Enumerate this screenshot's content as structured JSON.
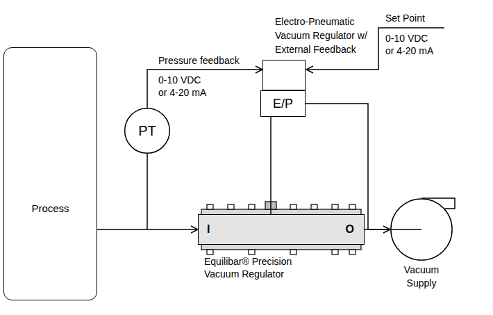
{
  "diagram": {
    "nodes": [
      {
        "text": [
          "Process"
        ]
      },
      {
        "text": [
          "PT"
        ]
      },
      {
        "text": [
          "Electro-Pneumatic Vacuum Regulator w/ External Feedback"
        ]
      },
      {
        "text": [
          "E/P"
        ]
      },
      {
        "text": [
          "I",
          "O",
          "Equilibar® Precision Vacuum Regulator"
        ]
      },
      {
        "text": [
          "Vacuum Supply"
        ]
      }
    ],
    "edges": [
      {
        "from": 0,
        "to": 4,
        "arrow": "to"
      },
      {
        "from": 1,
        "to": 2,
        "arrow": "to"
      },
      {
        "from": 3,
        "to": 4,
        "arrow": "none"
      },
      {
        "from": 3,
        "to": 5,
        "arrow": "none"
      },
      {
        "from": 4,
        "to": 5,
        "arrow": "to"
      }
    ],
    "labels": [
      "Pressure feedback",
      "0-10 VDC or 4-20 mA",
      "Set Point",
      "0-10 VDC or 4-20 mA"
    ]
  }
}
